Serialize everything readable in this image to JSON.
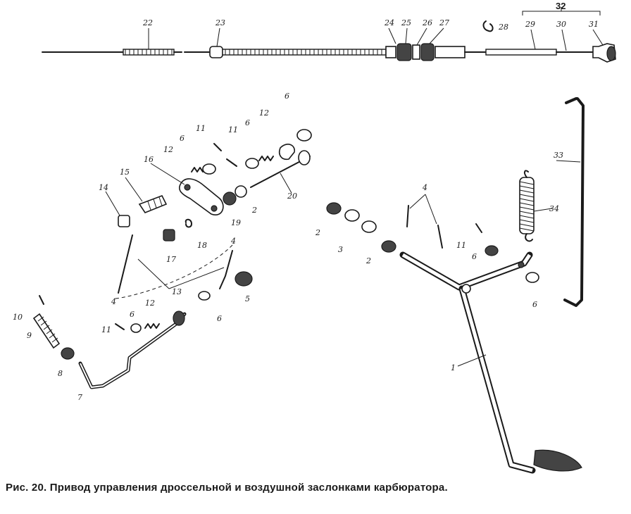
{
  "figure": {
    "caption": "Рис. 20. Привод управления дроссельной и воздушной заслонками карбюратора.",
    "group_label": "32",
    "callouts": [
      {
        "id": "c1",
        "label": "1"
      },
      {
        "id": "c2a",
        "label": "2"
      },
      {
        "id": "c2b",
        "label": "2"
      },
      {
        "id": "c2c",
        "label": "2"
      },
      {
        "id": "c3",
        "label": "3"
      },
      {
        "id": "c4a",
        "label": "4"
      },
      {
        "id": "c4b",
        "label": "4"
      },
      {
        "id": "c4c",
        "label": "4"
      },
      {
        "id": "c5",
        "label": "5"
      },
      {
        "id": "c6a",
        "label": "6"
      },
      {
        "id": "c6b",
        "label": "6"
      },
      {
        "id": "c6c",
        "label": "6"
      },
      {
        "id": "c6d",
        "label": "6"
      },
      {
        "id": "c6e",
        "label": "6"
      },
      {
        "id": "c6f",
        "label": "6"
      },
      {
        "id": "c6g",
        "label": "6"
      },
      {
        "id": "c7",
        "label": "7"
      },
      {
        "id": "c8",
        "label": "8"
      },
      {
        "id": "c9",
        "label": "9"
      },
      {
        "id": "c10",
        "label": "10"
      },
      {
        "id": "c11a",
        "label": "11"
      },
      {
        "id": "c11b",
        "label": "11"
      },
      {
        "id": "c11c",
        "label": "11"
      },
      {
        "id": "c11d",
        "label": "11"
      },
      {
        "id": "c12a",
        "label": "12"
      },
      {
        "id": "c12b",
        "label": "12"
      },
      {
        "id": "c12c",
        "label": "12"
      },
      {
        "id": "c13",
        "label": "13"
      },
      {
        "id": "c14",
        "label": "14"
      },
      {
        "id": "c15",
        "label": "15"
      },
      {
        "id": "c16",
        "label": "16"
      },
      {
        "id": "c17",
        "label": "17"
      },
      {
        "id": "c18",
        "label": "18"
      },
      {
        "id": "c19",
        "label": "19"
      },
      {
        "id": "c20",
        "label": "20"
      },
      {
        "id": "c22",
        "label": "22"
      },
      {
        "id": "c23",
        "label": "23"
      },
      {
        "id": "c24",
        "label": "24"
      },
      {
        "id": "c25",
        "label": "25"
      },
      {
        "id": "c26",
        "label": "26"
      },
      {
        "id": "c27",
        "label": "27"
      },
      {
        "id": "c28",
        "label": "28"
      },
      {
        "id": "c29",
        "label": "29"
      },
      {
        "id": "c30",
        "label": "30"
      },
      {
        "id": "c31",
        "label": "31"
      },
      {
        "id": "c33",
        "label": "33"
      },
      {
        "id": "c34",
        "label": "34"
      }
    ]
  }
}
